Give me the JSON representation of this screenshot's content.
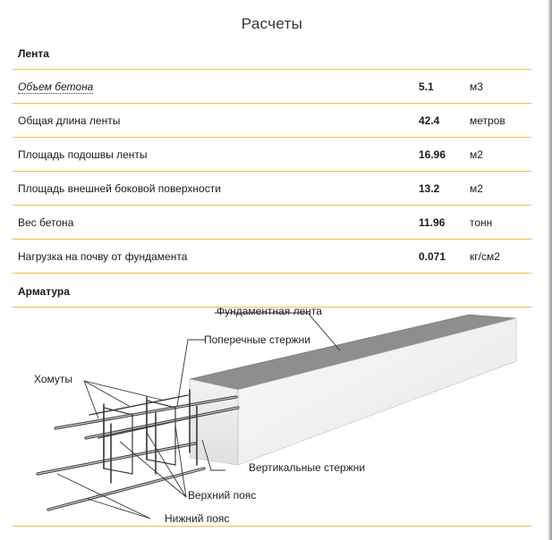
{
  "title": "Расчеты",
  "sections": {
    "strip": {
      "heading": "Лента",
      "rows": [
        {
          "label": "Объем бетона",
          "value": "5.1",
          "unit": "м3"
        },
        {
          "label": "Общая длина ленты",
          "value": "42.4",
          "unit": "метров"
        },
        {
          "label": "Площадь подошвы ленты",
          "value": "16.96",
          "unit": "м2"
        },
        {
          "label": "Площадь внешней боковой поверхности",
          "value": "13.2",
          "unit": "м2"
        },
        {
          "label": "Вес бетона",
          "value": "11.96",
          "unit": "тонн"
        },
        {
          "label": "Нагрузка на почву от фундамента",
          "value": "0.071",
          "unit": "кг/см2"
        }
      ]
    },
    "rebar": {
      "heading": "Арматура",
      "diagram": {
        "labels": {
          "strip": "Фундаментная лента",
          "cross_bars": "Поперечные стержни",
          "stirrups": "Хомуты",
          "vertical_bars": "Вертикальные стержни",
          "top_belt": "Верхний пояс",
          "bottom_belt": "Нижний пояс"
        }
      }
    }
  }
}
